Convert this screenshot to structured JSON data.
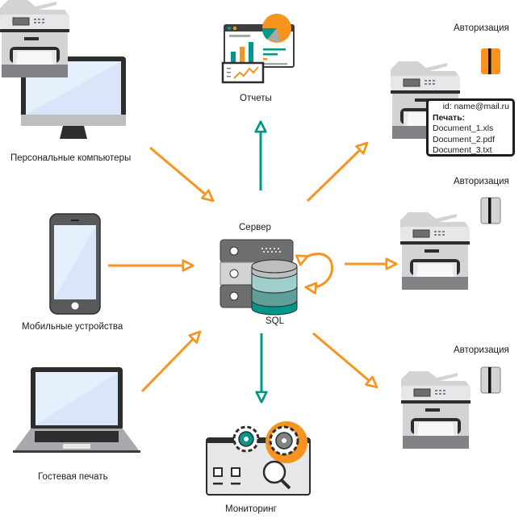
{
  "diagram": {
    "colors": {
      "orange": "#f7931e",
      "teal": "#00968a",
      "dark": "#3d3d3d",
      "gray": "#6d6e70",
      "light_screen": "#dbe8fb"
    },
    "server": {
      "label": "Сервер",
      "db_label": "SQL"
    },
    "reports": {
      "label": "Отчеты"
    },
    "monitoring": {
      "label": "Мониторинг"
    },
    "clients": [
      {
        "label": "Персональные компьютеры",
        "icon": "desktop-monitor-icon"
      },
      {
        "label": "Мобильные устройства",
        "icon": "smartphone-icon"
      },
      {
        "label": "Гостевая печать",
        "icon": "laptop-icon"
      }
    ],
    "printers": [
      {
        "auth_label": "Авторизация",
        "card": "orange-card-icon"
      },
      {
        "auth_label": "Авторизация",
        "card": "gray-card-icon"
      },
      {
        "auth_label": "Авторизация",
        "card": "gray-card-icon"
      }
    ],
    "print_popup": {
      "id_line": "id: name@mail.ru",
      "header": "Печать:",
      "documents": [
        "Document_1.xls",
        "Document_2.pdf",
        "Document_3.txt"
      ]
    }
  }
}
